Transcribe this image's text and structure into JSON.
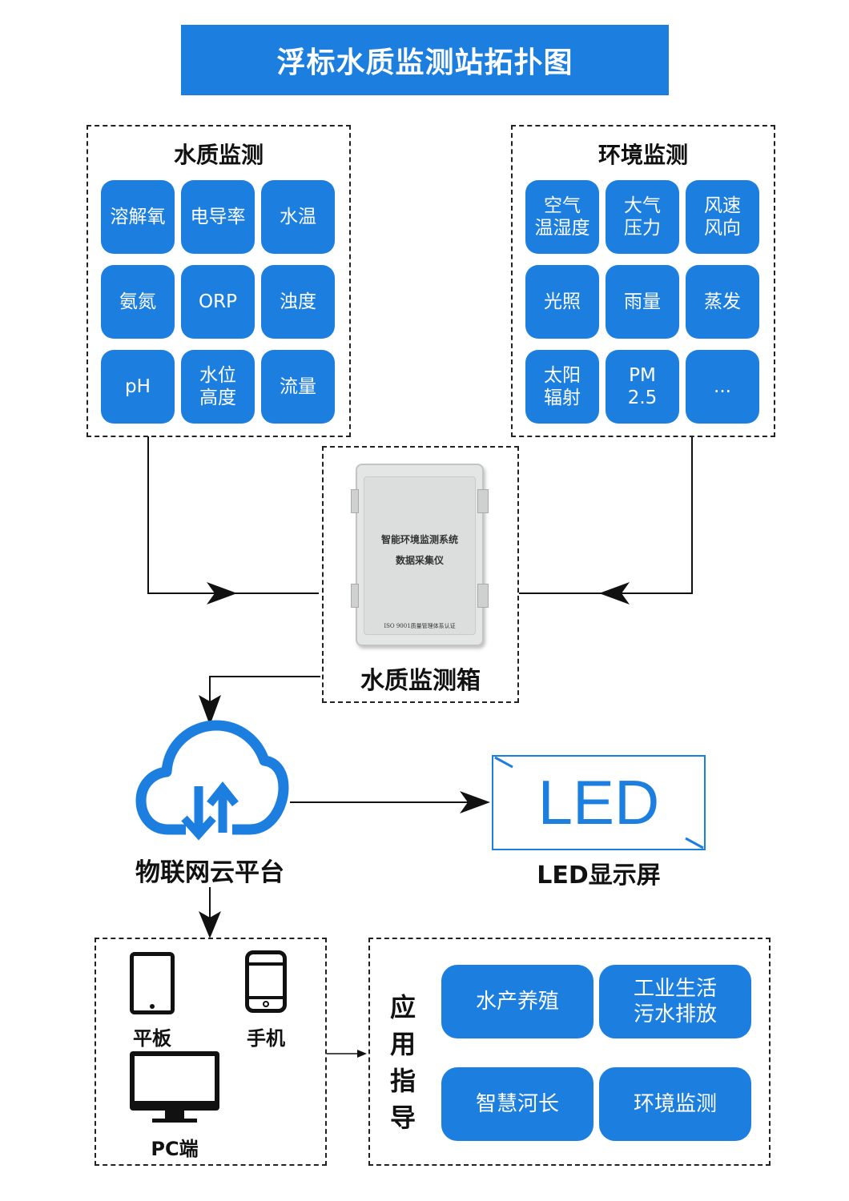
{
  "title": "浮标水质监测站拓扑图",
  "water_quality": {
    "title": "水质监测",
    "items": [
      "溶解氧",
      "电导率",
      "水温",
      "氨氮",
      "ORP",
      "浊度",
      "pH",
      "水位\n高度",
      "流量"
    ]
  },
  "environment": {
    "title": "环境监测",
    "items": [
      "空气\n温湿度",
      "大气\n压力",
      "风速\n风向",
      "光照",
      "雨量",
      "蒸发",
      "太阳\n辐射",
      "PM\n2.5",
      "..."
    ]
  },
  "device": {
    "label": "水质监测箱",
    "panel_line1": "智能环境监测系统",
    "panel_line2": "数据采集仪",
    "panel_line3": "ISO 9001质量管理体系认证"
  },
  "cloud": {
    "label": "物联网云平台"
  },
  "led": {
    "text": "LED",
    "label": "LED显示屏"
  },
  "terminals": {
    "tablet": "平板",
    "phone": "手机",
    "pc": "PC端"
  },
  "applications": {
    "title": "应\n用\n指\n导",
    "items": [
      "水产养殖",
      "工业生活\n污水排放",
      "智慧河长",
      "环境监测"
    ]
  },
  "colors": {
    "accent": "#1c7fe0"
  }
}
